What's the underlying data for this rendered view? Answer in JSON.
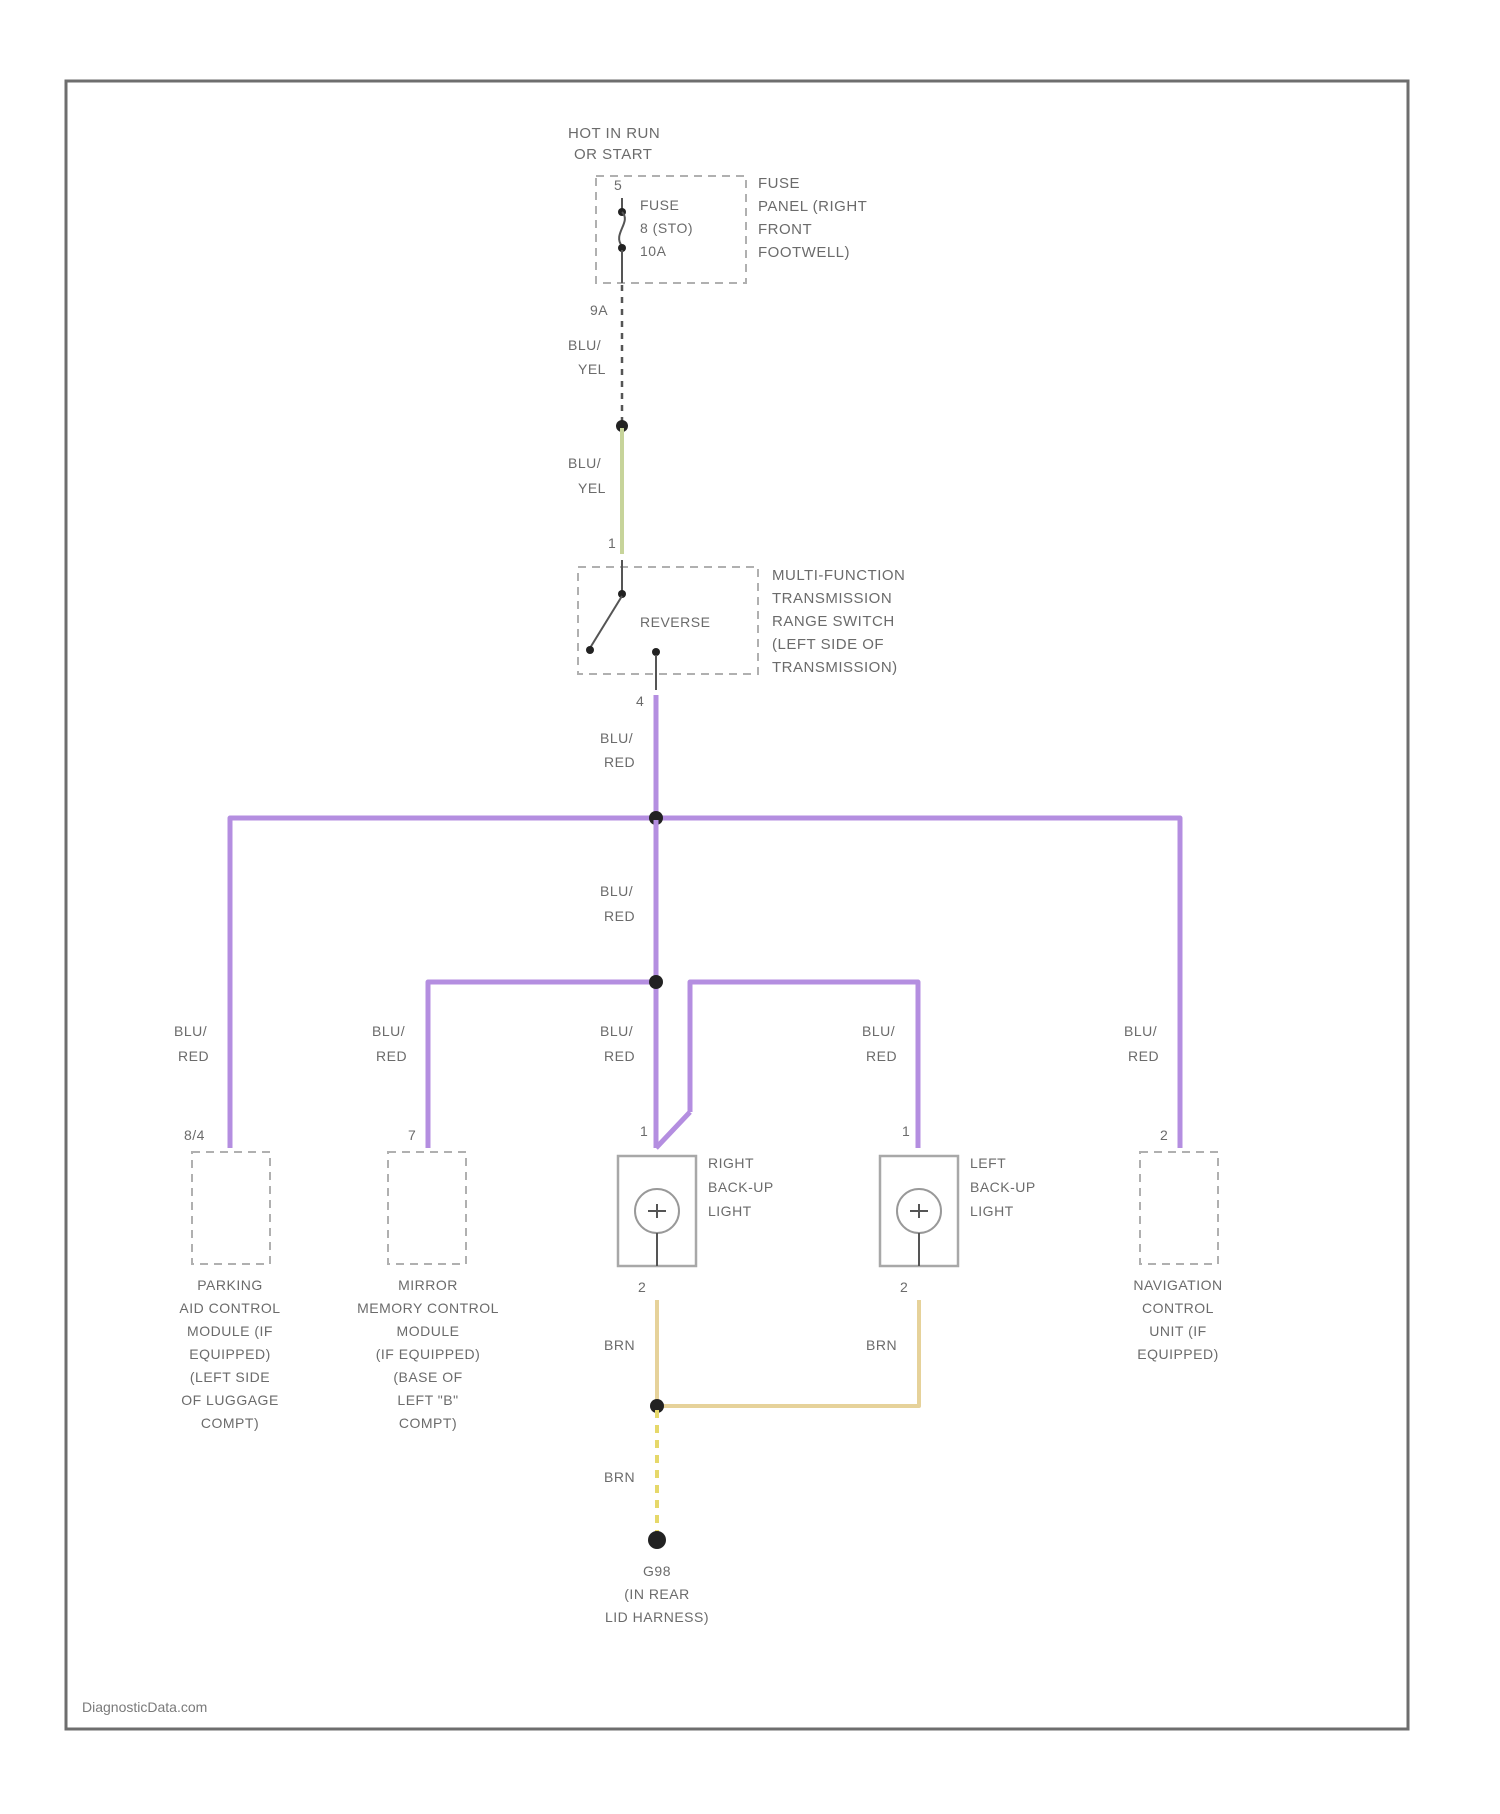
{
  "colors": {
    "wire_blu_red": "#b48ee0",
    "wire_blu_yel": "#c7d49a",
    "wire_brn": "#e6d29a",
    "wire_brn_dash": "#e6d86a",
    "frame": "#6e6e6e"
  },
  "power_source": {
    "line1": "HOT IN RUN",
    "line2": "OR START"
  },
  "fuse": {
    "pin": "5",
    "text1": "FUSE",
    "text2": "8 (STO)",
    "text3": "10A",
    "label1": "FUSE",
    "label2": "PANEL (RIGHT",
    "label3": "FRONT",
    "label4": "FOOTWELL)"
  },
  "connector_top": {
    "id": "9A"
  },
  "wire_labels": {
    "blu_yel_1_a": "BLU/",
    "blu_yel_1_b": "YEL",
    "blu_yel_2_a": "BLU/",
    "blu_yel_2_b": "YEL",
    "blu_red_1_a": "BLU/",
    "blu_red_1_b": "RED",
    "blu_red_2_a": "BLU/",
    "blu_red_2_b": "RED",
    "blu_red_park_a": "BLU/",
    "blu_red_park_b": "RED",
    "blu_red_mirror_a": "BLU/",
    "blu_red_mirror_b": "RED",
    "blu_red_right_a": "BLU/",
    "blu_red_right_b": "RED",
    "blu_red_left_a": "BLU/",
    "blu_red_left_b": "RED",
    "blu_red_nav_a": "BLU/",
    "blu_red_nav_b": "RED",
    "brn_right": "BRN",
    "brn_left": "BRN",
    "brn_ground": "BRN"
  },
  "range_switch": {
    "pin_in": "1",
    "pin_out": "4",
    "position": "REVERSE",
    "label1": "MULTI-FUNCTION",
    "label2": "TRANSMISSION",
    "label3": "RANGE SWITCH",
    "label4": "(LEFT SIDE OF",
    "label5": "TRANSMISSION)"
  },
  "parking_module": {
    "pin": "8/4",
    "label1": "PARKING",
    "label2": "AID CONTROL",
    "label3": "MODULE (IF",
    "label4": "EQUIPPED)",
    "label5": "(LEFT SIDE",
    "label6": "OF LUGGAGE",
    "label7": "COMPT)"
  },
  "mirror_module": {
    "pin": "7",
    "label1": "MIRROR",
    "label2": "MEMORY CONTROL",
    "label3": "MODULE",
    "label4": "(IF EQUIPPED)",
    "label5": "(BASE OF",
    "label6": "LEFT \"B\"",
    "label7": "COMPT)"
  },
  "right_light": {
    "pin_top": "1",
    "pin_bottom": "2",
    "label1": "RIGHT",
    "label2": "BACK-UP",
    "label3": "LIGHT"
  },
  "left_light": {
    "pin_top": "1",
    "pin_bottom": "2",
    "label1": "LEFT",
    "label2": "BACK-UP",
    "label3": "LIGHT"
  },
  "nav_unit": {
    "pin": "2",
    "label1": "NAVIGATION",
    "label2": "CONTROL",
    "label3": "UNIT (IF",
    "label4": "EQUIPPED)"
  },
  "ground": {
    "label1": "G98",
    "label2": "(IN REAR",
    "label3": "LID HARNESS)"
  },
  "footer": {
    "watermark": "DiagnosticData.com"
  }
}
